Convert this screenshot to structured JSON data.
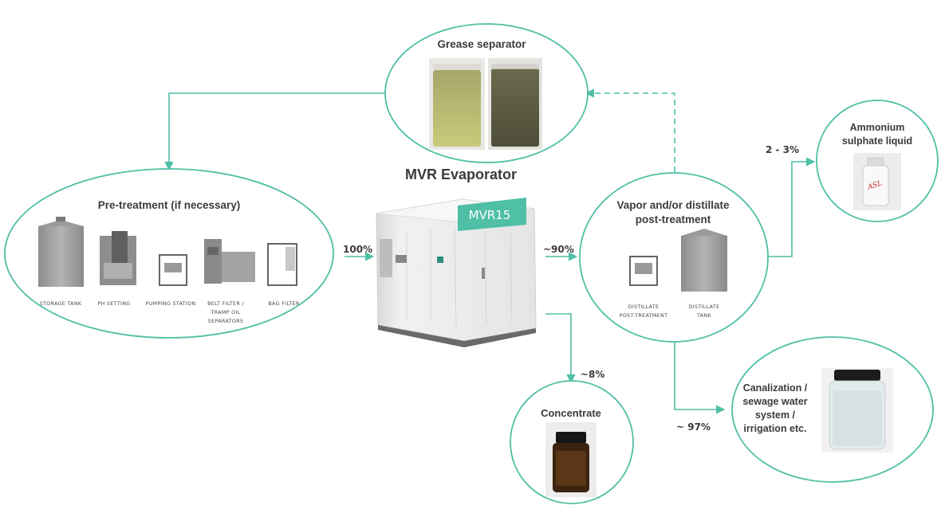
{
  "colors": {
    "accent": "#4fbfa6",
    "text": "#3b3b3b"
  },
  "title": "MVR Evaporator",
  "machine_label": "MVR15",
  "grease": {
    "title": "Grease separator"
  },
  "pretreatment": {
    "title": "Pre-treatment (if necessary)",
    "items": [
      {
        "lines": [
          "STORAGE TANK"
        ]
      },
      {
        "lines": [
          "PH SETTING"
        ]
      },
      {
        "lines": [
          "PUMPING STATION"
        ]
      },
      {
        "lines": [
          "BELT FILTER /",
          "TRAMP OIL",
          "SEPARATORS"
        ]
      },
      {
        "lines": [
          "BAG FILTER"
        ]
      }
    ]
  },
  "post": {
    "title_lines": [
      "Vapor and/or distillate",
      "post-treatment"
    ],
    "items": [
      {
        "lines": [
          "DISTILLATE",
          "POST-TREATMENT"
        ]
      },
      {
        "lines": [
          "DISTILLATE",
          "TANK"
        ]
      }
    ]
  },
  "ammonium": {
    "title_lines": [
      "Ammonium",
      "sulphate liquid"
    ],
    "jar_text": "ASL"
  },
  "canal": {
    "title_lines": [
      "Canalization /",
      "sewage water",
      "system /",
      "irrigation etc."
    ]
  },
  "concentrate": {
    "title": "Concentrate"
  },
  "percentages": {
    "input": "100%",
    "output": "~90%",
    "concentrate": "~8%",
    "ammonium": "2 - 3%",
    "canal": "~ 97%"
  }
}
